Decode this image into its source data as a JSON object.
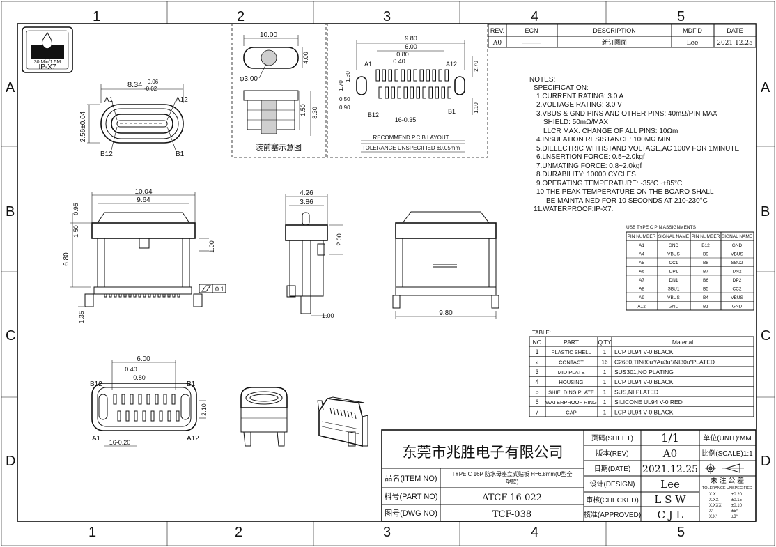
{
  "zones": {
    "top": [
      "1",
      "2",
      "3",
      "4",
      "5"
    ],
    "bottom": [
      "1",
      "2",
      "3",
      "4",
      "5"
    ],
    "side": [
      "A",
      "B",
      "C",
      "D"
    ]
  },
  "logo": {
    "line1": "30 Min/1.5M",
    "line2": "IP-X7"
  },
  "revision_table": {
    "headers": {
      "rev": "REV.",
      "ecn": "ECN",
      "description": "DESCRIPTION",
      "mdfd": "MDF'D",
      "date": "DATE"
    },
    "row": {
      "rev": "A0",
      "ecn": "———",
      "description": "新订图面",
      "mdfd": "Lee",
      "date": "2021.12.25"
    }
  },
  "notes": {
    "title": "NOTES:",
    "lines": [
      "SPECIFICATION:",
      "1.CURRENT RATING: 3.0 A",
      "2.VOLTAGE RATING: 3.0 V",
      "3.VBUS & GND PINS AND OTHER PINS: 40mΩ/PIN MAX",
      "SHIELD: 50mΩ/MAX",
      "LLCR MAX. CHANGE OF ALL PINS: 10Ωm",
      "4.INSULATION RESISTANCE:  100MΩ MIN",
      "5.DIELECTRIC WITHSTAND VOLTAGE,AC 100V FOR 1MINUTE",
      "6.LNSERTION FORCE: 0.5~2.0kgf",
      "7.UNMATING FORCE: 0.8~2.0kgf",
      "8.DURABILITY: 10000 CYCLES",
      "9.OPERATING TEMPERATURE: -35°C~+85°C",
      "10.THE PEAK TEMPERATURE ON THE BOARO SHALL",
      "BE MAINTAINED FOR 10 SECONDS AT 210-230°C",
      "11.WATERPROOF:IP-X7."
    ]
  },
  "pin_table": {
    "title": "USB TYPE C PIN ASSIGNMENTS",
    "headers": [
      "PIN NUMBER",
      "SIGNAL NAME",
      "PIN NUMBER",
      "SIGNAL NAME"
    ],
    "rows": [
      [
        "A1",
        "GND",
        "B12",
        "GND"
      ],
      [
        "A4",
        "VBUS",
        "B9",
        "VBUS"
      ],
      [
        "A5",
        "CC1",
        "B8",
        "SBU2"
      ],
      [
        "A6",
        "DP1",
        "B7",
        "DN2"
      ],
      [
        "A7",
        "DN1",
        "B6",
        "DP2"
      ],
      [
        "A8",
        "SBU1",
        "B5",
        "CC2"
      ],
      [
        "A9",
        "VBUS",
        "B4",
        "VBUS"
      ],
      [
        "A12",
        "GND",
        "B1",
        "GND"
      ]
    ]
  },
  "bom_table": {
    "title": "TABLE:",
    "headers": [
      "NO",
      "PART",
      "Q'TY",
      "Material"
    ],
    "rows": [
      [
        "1",
        "PLASTIC SHELL",
        "1",
        "LCP  UL94  V-0  BLACK"
      ],
      [
        "2",
        "CONTACT",
        "16",
        "C2680,TIN80u\"/Au3u\"/NI30u\"PLATED"
      ],
      [
        "3",
        "MID PLATE",
        "1",
        "SUS301,NO  PLATING"
      ],
      [
        "4",
        "HOUSING",
        "1",
        "LCP  UL94  V-0  BLACK"
      ],
      [
        "5",
        "SHIELDING PLATE",
        "1",
        "SUS,NI  PLATED"
      ],
      [
        "6",
        "WATERPROOF RING",
        "1",
        "SILICONE  UL94  V-0  RED"
      ],
      [
        "7",
        "CAP",
        "1",
        "LCP  UL94  V-0  BLACK"
      ]
    ]
  },
  "title_block": {
    "company": "东莞市兆胜电子有限公司",
    "item_label": "品名(ITEM NO)",
    "item_value_1": "TYPE C 16P 防水母座立式贴板 H=6.8mm(U型全",
    "item_value_2": "塑款)",
    "part_label": "料号(PART NO)",
    "part_value": "ATCF-16-022",
    "dwg_label": "图号(DWG NO)",
    "dwg_value": "TCF-038",
    "sheet_label": "页码(SHEET)",
    "sheet_value": "1/1",
    "unit_label": "单位(UNIT):MM",
    "rev_label": "版本(REV)",
    "rev_value": "A0",
    "scale_label": "比例(SCALE)1:1",
    "date_label": "日期(DATE)",
    "date_value": "2021.12.25",
    "design_label": "设计(DESIGN)",
    "design_value": "Lee",
    "checked_label": "审核(CHECKED)",
    "checked_value": "L S W",
    "approved_label": "核准(APPROVED)",
    "approved_value": "C J L",
    "tolerance_title": "未 注 公 差",
    "tolerance_sub": "TOLERANCE UNSPECIFIED",
    "tolerances": [
      [
        "X.X",
        "±0.20"
      ],
      [
        "X.XX",
        "±0.15"
      ],
      [
        "X.XXX",
        "±0.10"
      ],
      [
        "X°",
        "±5°"
      ],
      [
        "X.X°",
        "±3°"
      ]
    ]
  },
  "views": {
    "front": {
      "width": "8.34",
      "tol_plus": "+0.06",
      "tol_minus": "-0.02",
      "height": "2.56±0.04",
      "a1": "A1",
      "a12": "A12",
      "b12": "B12",
      "b1": "B1"
    },
    "mounting": {
      "width": "10.00",
      "hole": "φ3.00",
      "h1": "4.00",
      "h2": "1.50",
      "h3": "8.30",
      "caption": "装前塞示意图"
    },
    "pcb": {
      "w1": "9.80",
      "w2": "6.00",
      "w3": "0.80",
      "w4": "0.40",
      "a1": "A1",
      "a12": "A12",
      "b12": "B12",
      "b1": "B1",
      "v1": "1.30",
      "v2": "1.70",
      "v3": "0.50",
      "v4": "0.90",
      "v5": "2.70",
      "v6": "1.10",
      "pins": "16-0.35",
      "title": "RECOMMEND  P.C.B  LAYOUT",
      "tolerance": "TOLERANCE  UNSPECIFIED  ±0.05mm"
    },
    "side": {
      "w1": "10.04",
      "w2": "9.64",
      "h1": "0.95",
      "h2": "1.50",
      "h3": "6.80",
      "h4": "1.00",
      "h5": "1.35",
      "flat": "0.1"
    },
    "end": {
      "w1": "4.26",
      "w2": "3.86",
      "h1": "2.00",
      "h2": "1.00"
    },
    "rear": {
      "width": "9.80"
    },
    "bottom": {
      "w1": "6.00",
      "w2": "0.40",
      "w3": "0.80",
      "h1": "2.10",
      "pins": "16-0.20",
      "b12": "B12",
      "b1": "B1",
      "a1": "A1",
      "a12": "A12"
    }
  }
}
